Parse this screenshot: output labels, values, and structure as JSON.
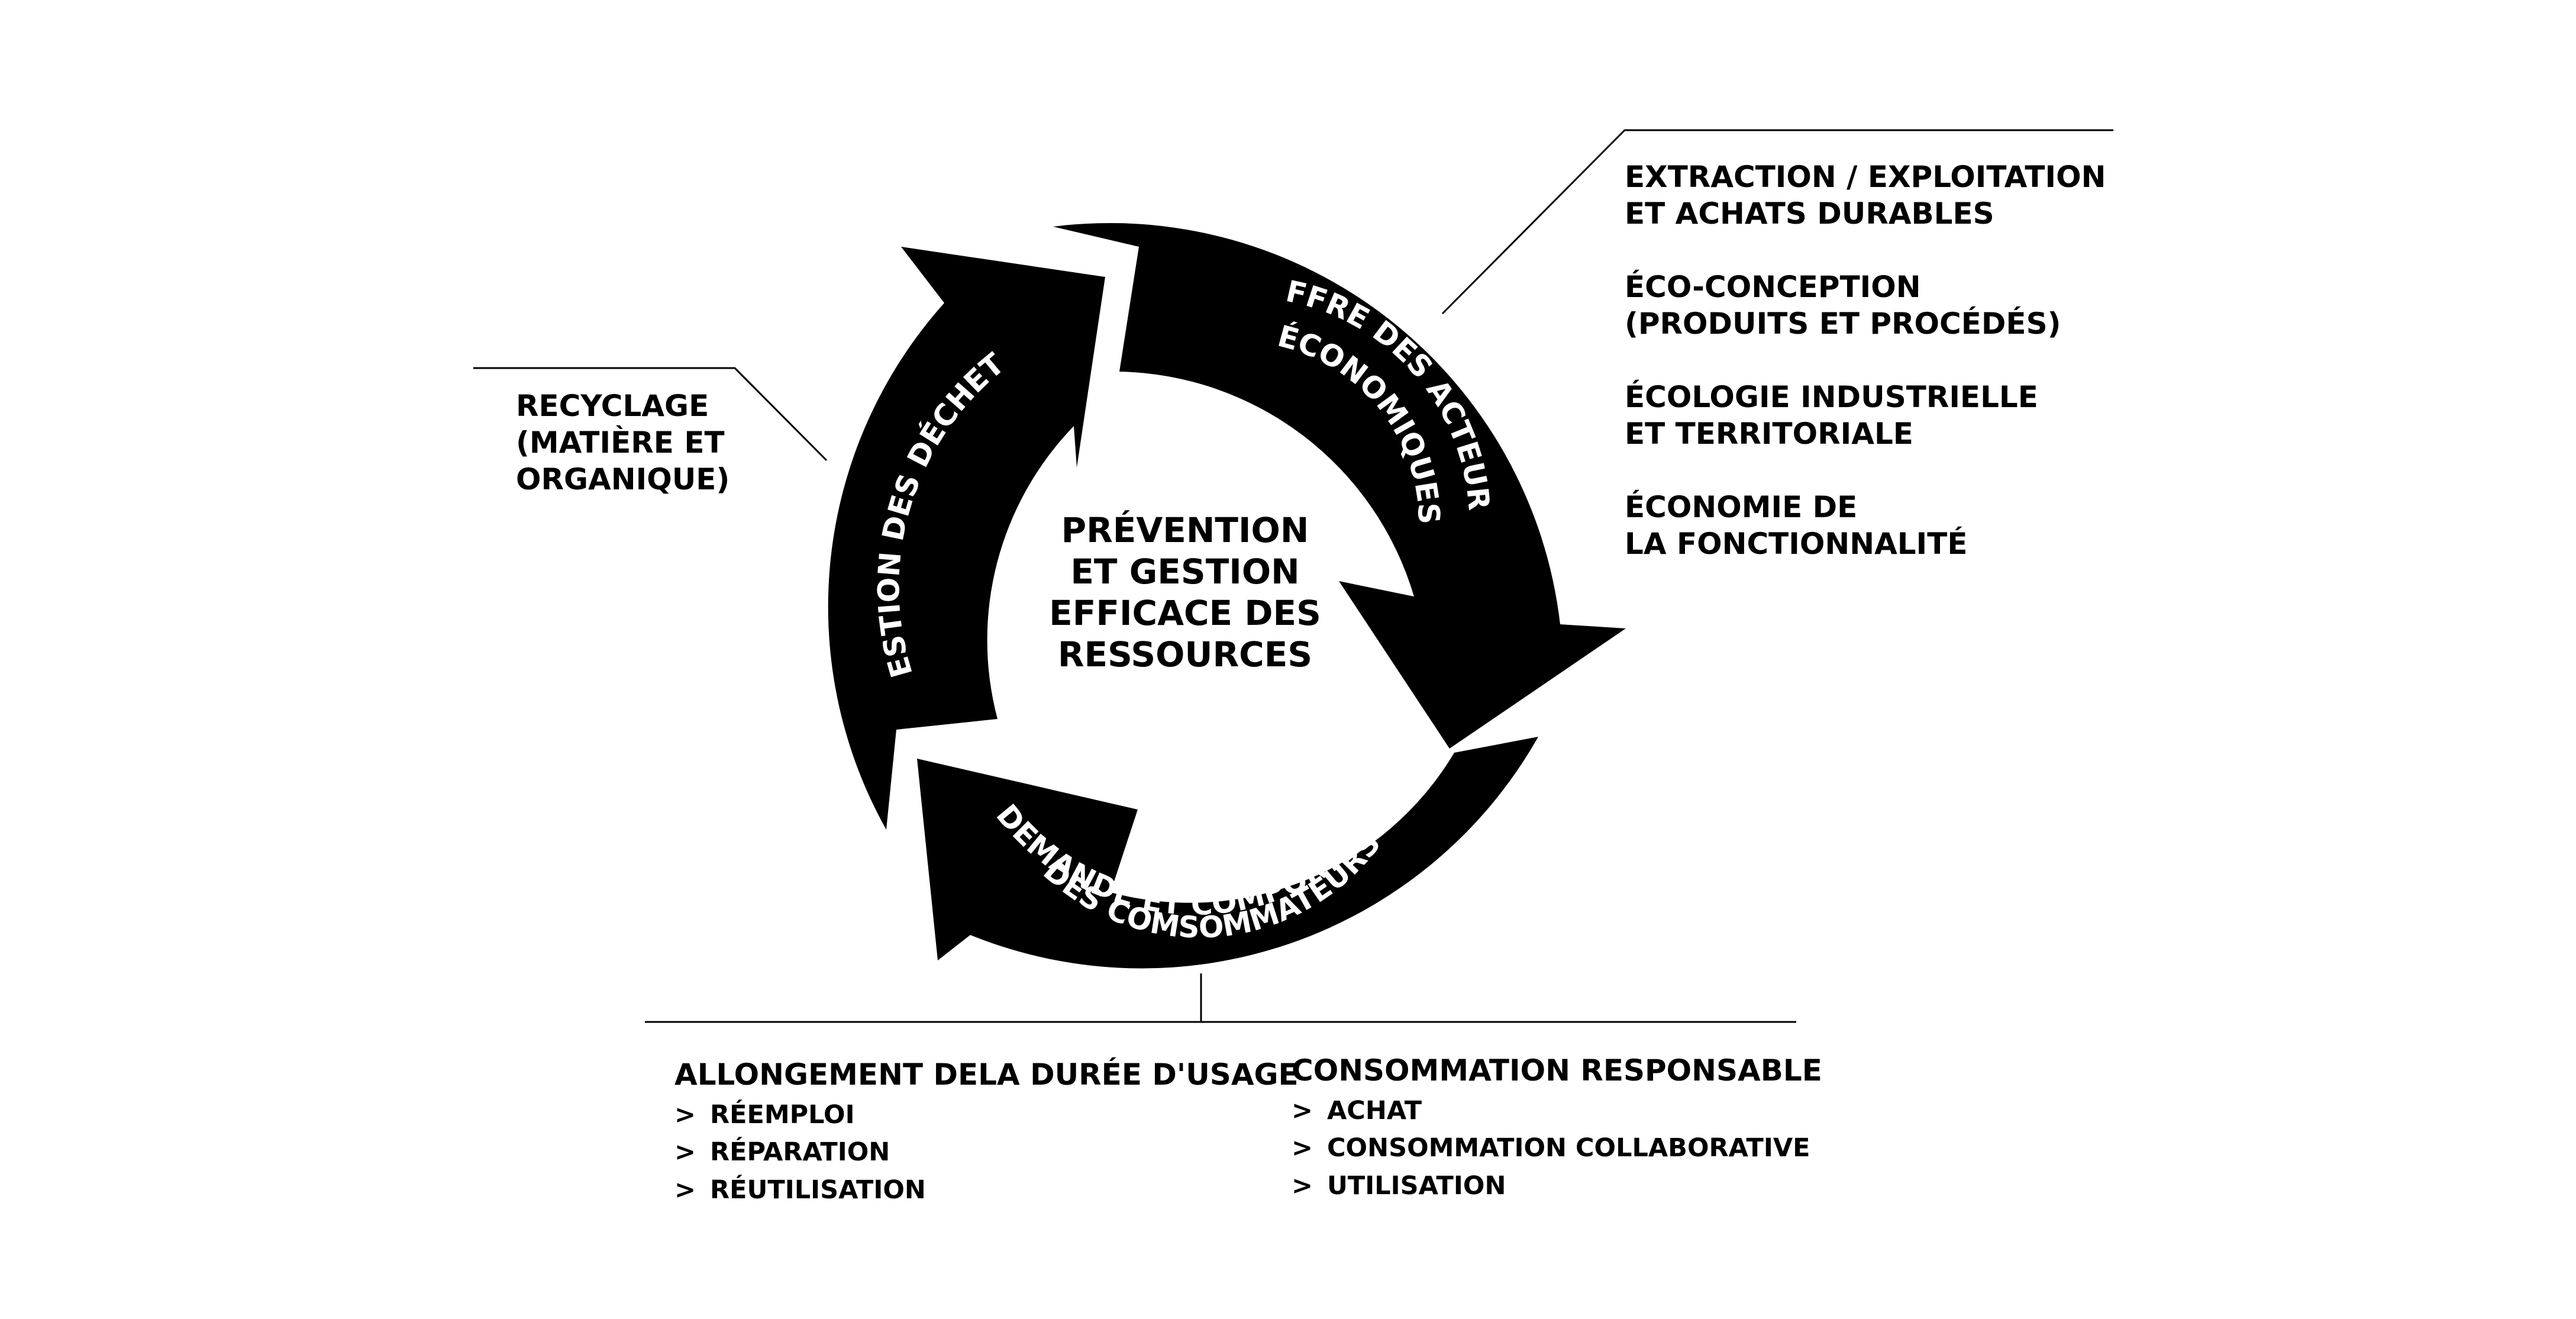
{
  "colors": {
    "arrows": "#000000",
    "text_on_arrows": "#ffffff",
    "background": "#ffffff"
  },
  "center": {
    "lines": [
      "PRÉVENTION",
      "ET GESTION",
      "EFFICACE DES",
      "RESSOURCES"
    ]
  },
  "arrows": {
    "offre": {
      "line1": "OFFRE DES ACTEURS",
      "line2": "ÉCONOMIQUES"
    },
    "demande": {
      "line1": "DEMANDE ET COMPORTEMENT",
      "line2": "DES COMSOMMATEURS"
    },
    "dechets": {
      "line1": "GESTION DES DÉCHETS"
    }
  },
  "left_callout": {
    "lines": [
      "RECYCLAGE",
      "(MATIÈRE ET",
      "ORGANIQUE)"
    ]
  },
  "right_callout": {
    "entries": [
      [
        "EXTRACTION / EXPLOITATION",
        "ET ACHATS DURABLES"
      ],
      [
        "ÉCO-CONCEPTION",
        "(PRODUITS ET PROCÉDÉS)"
      ],
      [
        "ÉCOLOGIE INDUSTRIELLE",
        "ET TERRITORIALE"
      ],
      [
        "ÉCONOMIE DE",
        "LA FONCTIONNALITÉ"
      ]
    ]
  },
  "bottom_left": {
    "title": "ALLONGEMENT DELA DURÉE D'USAGE",
    "bullet": ">",
    "items": [
      "RÉEMPLOI",
      "RÉPARATION",
      "RÉUTILISATION"
    ]
  },
  "bottom_right": {
    "title": "CONSOMMATION RESPONSABLE",
    "bullet": ">",
    "items": [
      "ACHAT",
      "CONSOMMATION COLLABORATIVE",
      "UTILISATION"
    ]
  }
}
